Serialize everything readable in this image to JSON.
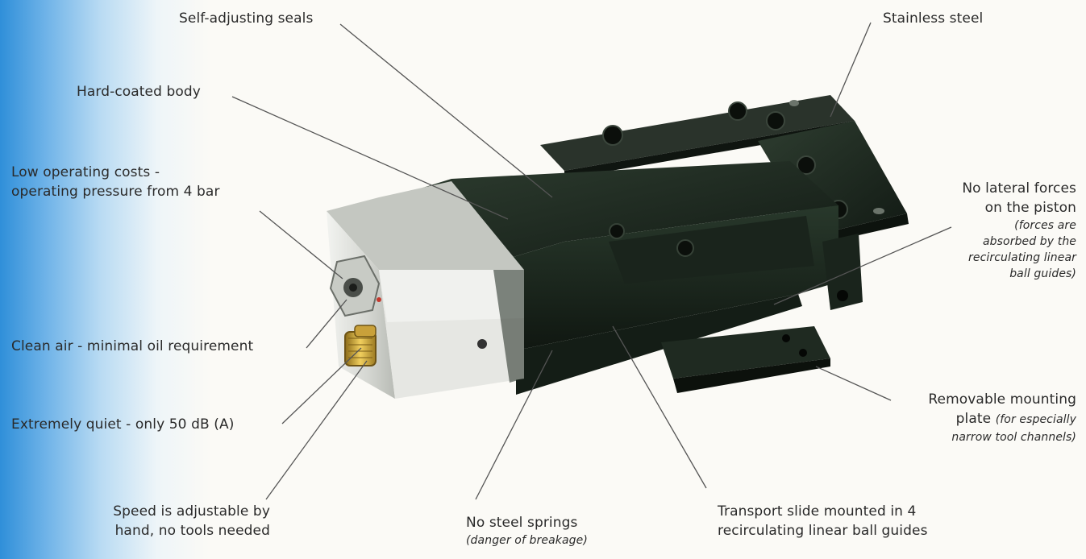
{
  "labels": {
    "self_adjusting_seals": "Self-adjusting seals",
    "stainless_steel": "Stainless steel",
    "hard_coated_body": "Hard-coated body",
    "low_costs_line1": "Low operating costs -",
    "low_costs_line2": "operating pressure from 4 bar",
    "lateral_line1": "No lateral forces",
    "lateral_line2": "on the piston",
    "lateral_note1": "(forces are",
    "lateral_note2": "absorbed by the",
    "lateral_note3": "recirculating linear",
    "lateral_note4": "ball guides)",
    "clean_air": "Clean air - minimal oil requirement",
    "removable_line1": "Removable mounting",
    "removable_line2": "plate",
    "removable_note1": "(for especially",
    "removable_note2": "narrow tool channels)",
    "quiet": "Extremely quiet - only 50 dB (A)",
    "speed_line1": "Speed is adjustable by",
    "speed_line2": "hand, no tools needed",
    "springs_line1": "No steel springs",
    "springs_note": "(danger of breakage)",
    "transport_line1": "Transport slide mounted in 4",
    "transport_line2": "recirculating linear ball guides"
  },
  "colors": {
    "background": "#fbfaf6",
    "accent_blue": "#2f8fd9",
    "body_dark_green": "#1d2a20",
    "aluminium": "#d8dad6",
    "brass": "#c9a13a",
    "text": "#2a2a2a"
  }
}
